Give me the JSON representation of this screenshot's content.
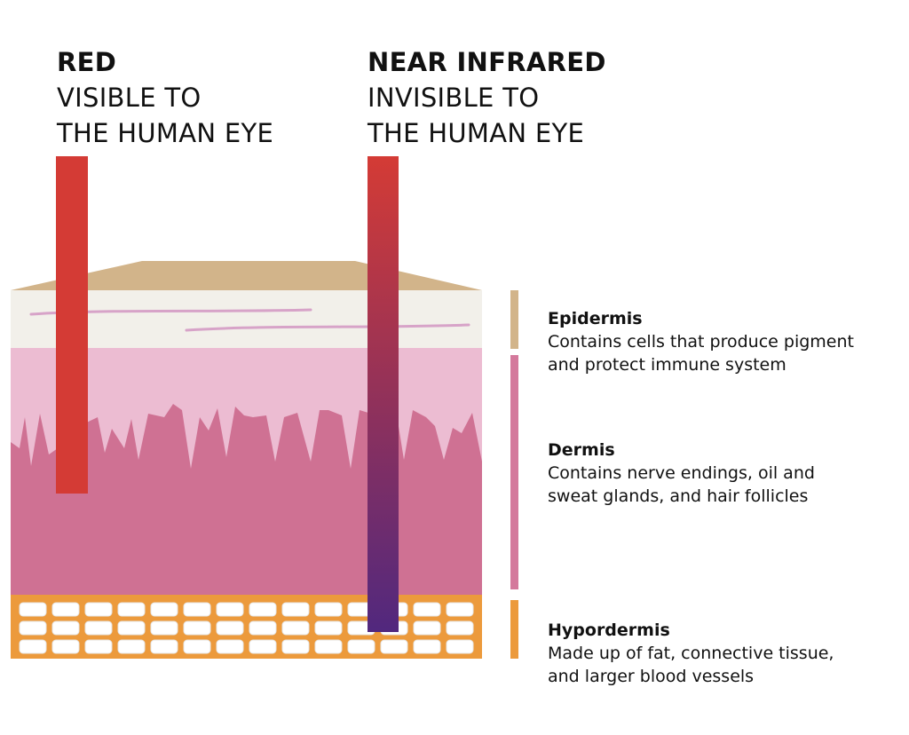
{
  "headings": {
    "red": {
      "title": "RED",
      "line1": "VISIBLE TO",
      "line2": "THE HUMAN EYE"
    },
    "nir": {
      "title": "NEAR INFRARED",
      "line1": "INVISIBLE TO",
      "line2": "THE HUMAN EYE"
    }
  },
  "layers": {
    "epidermis": {
      "name": "Epidermis",
      "line1": "Contains cells that produce pigment",
      "line2": "and protect immune system",
      "color": "#d2b48a"
    },
    "dermis": {
      "name": "Dermis",
      "line1": "Contains nerve endings, oil and",
      "line2": "sweat glands, and hair follicles",
      "color": "#d4799c"
    },
    "hypodermis": {
      "name": "Hypordermis",
      "line1": "Made up of fat, connective tissue,",
      "line2": "and larger blood vessels",
      "color": "#ec9a3c"
    }
  },
  "colors": {
    "skin_top": "#d2b48a",
    "epidermis_fill": "#f2f0ea",
    "dermis_light": "#ecbcd2",
    "dermis_dark": "#cf7193",
    "fat_cell": "#ffffff",
    "red_beam": "#d43b35",
    "nir_beam_top": "#d43b35",
    "nir_beam_bottom": "#51287e"
  }
}
